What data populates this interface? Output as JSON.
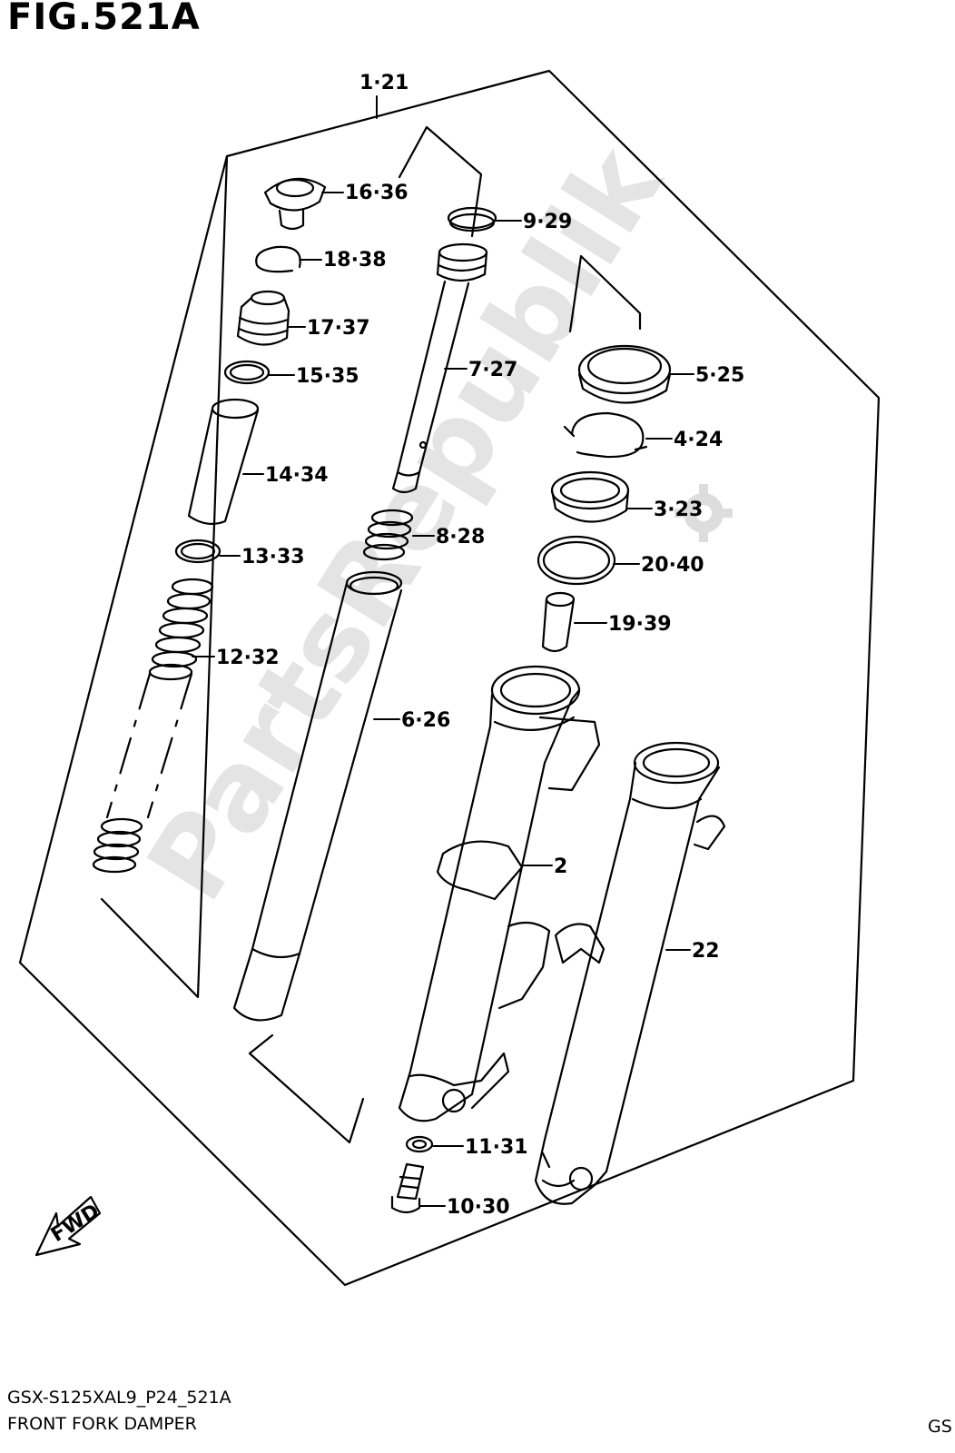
{
  "header": {
    "fig_title": "FIG.521A"
  },
  "footer": {
    "model_code": "GSX-S125XAL9_P24_521A",
    "section_name": "FRONT FORK DAMPER",
    "corner_code": "GS"
  },
  "watermark": "PartsRepublik",
  "fwd_label": "FWD",
  "callouts": [
    "1·21",
    "16·36",
    "18·38",
    "17·37",
    "15·35",
    "14·34",
    "13·33",
    "12·32",
    "9·29",
    "7·27",
    "8·28",
    "6·26",
    "5·25",
    "4·24",
    "3·23",
    "20·40",
    "19·39",
    "2",
    "22",
    "11·31",
    "10·30"
  ],
  "icons": {
    "gear": "gear-icon",
    "arrow": "fwd-arrow-icon"
  }
}
